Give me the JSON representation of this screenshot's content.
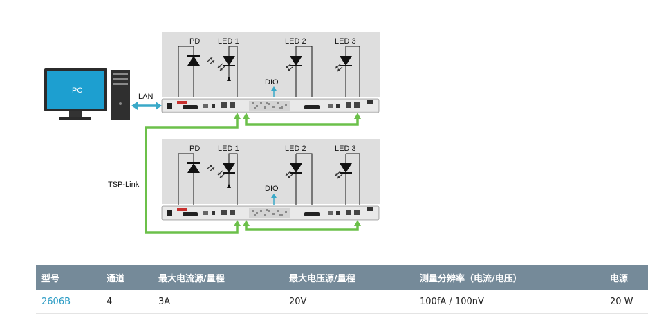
{
  "diagram": {
    "pc_label": "PC",
    "lan_label": "LAN",
    "tsp_link_label": "TSP-Link",
    "units": [
      {
        "pd": "PD",
        "led1": "LED 1",
        "led2": "LED 2",
        "led3": "LED 3",
        "dio": "DIO"
      },
      {
        "pd": "PD",
        "led1": "LED 1",
        "led2": "LED 2",
        "led3": "LED 3",
        "dio": "DIO"
      }
    ],
    "colors": {
      "panel": "#dedede",
      "link": "#6cc04a",
      "lan": "#3aa9c8",
      "screen": "#1d9fd0"
    }
  },
  "table": {
    "headers": [
      "型号",
      "通道",
      "最大电流源/量程",
      "最大电压源/量程",
      "测量分辨率（电流/电压）",
      "电源"
    ],
    "rows": [
      [
        "2606B",
        "4",
        "3A",
        "20V",
        "100fA / 100nV",
        "20 W"
      ]
    ],
    "colors": {
      "header_bg": "#758a99",
      "model_link": "#2a9bc4"
    }
  }
}
